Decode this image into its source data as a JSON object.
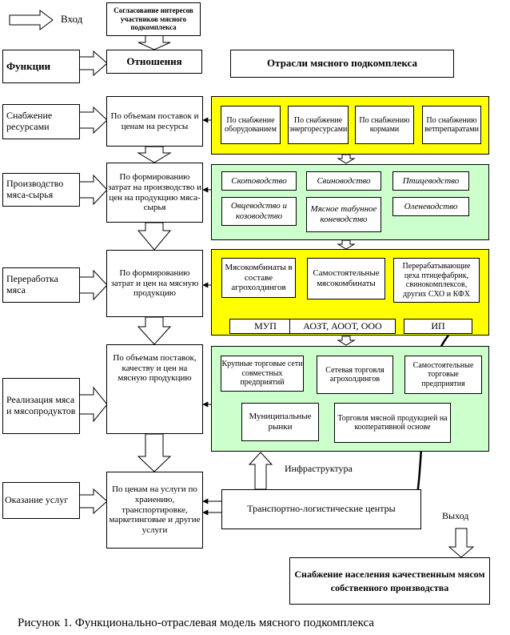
{
  "entry_label": "Вход",
  "exit_label": "Выход",
  "infra_label": "Инфраструктура",
  "caption": "Рисунок 1. Функционально-отраслевая модель мясного подкомплекса",
  "top": {
    "agreement": "Согласование интересов участников мясного подкомплекса",
    "functions": "Функции",
    "relations": "Отношения",
    "branches": "Отрасли мясного подкомплекса"
  },
  "functions": {
    "supply": "Снабжение ресурсами",
    "production": "Производство мяса-сырья",
    "processing": "Переработка мяса",
    "sales": "Реализация мяса и мясопродуктов",
    "services": "Оказание услуг"
  },
  "relations": {
    "r1": "По объемам поставок и ценам на ресурсы",
    "r2": "По формированию затрат на производство и цен на продукцию мяса-сырья",
    "r3": "По формированию затрат и цен на мясную продукцию",
    "r4": "По объемам поставок, качеству и цен на мясную продукцию",
    "r5": "По ценам на услуги по хранению, транспортировке, маркетинговые и другие услуги"
  },
  "supply_panel": [
    "По снабжение оборудованием",
    "По снабжение энергоресурсами",
    "По снабжению кормами",
    "По снабжению ветпрепаратами"
  ],
  "production_panel": [
    "Скотоводство",
    "Свиноводство",
    "Птицеводство",
    "Овцеводство и козоводство",
    "Мясное табунное коневодство",
    "Оленеводство"
  ],
  "processing_panel": {
    "a": "Мясокомбинаты в составе агрохолдингов",
    "b": "Самостоятельные мясокомбинаты",
    "c": "Перерабатывающие цеха птицефабрик, свинокомплексов, других СХО и КФХ",
    "mup": "МУП",
    "aozt": "АОЗТ, АООТ, ООО",
    "ip": "ИП"
  },
  "sales_panel": {
    "a": "Крупные торговые сети совместных предприятий",
    "b": "Сетевая торговля агрохолдингов",
    "c": "Самостоятельные торговые предприятия",
    "d": "Муниципальные рынки",
    "e": "Торговля мясной продукцией на кооперативной основе"
  },
  "logistics": "Транспортно-логистические центры",
  "output": "Снабжение населения качественным мясом собственного производства"
}
